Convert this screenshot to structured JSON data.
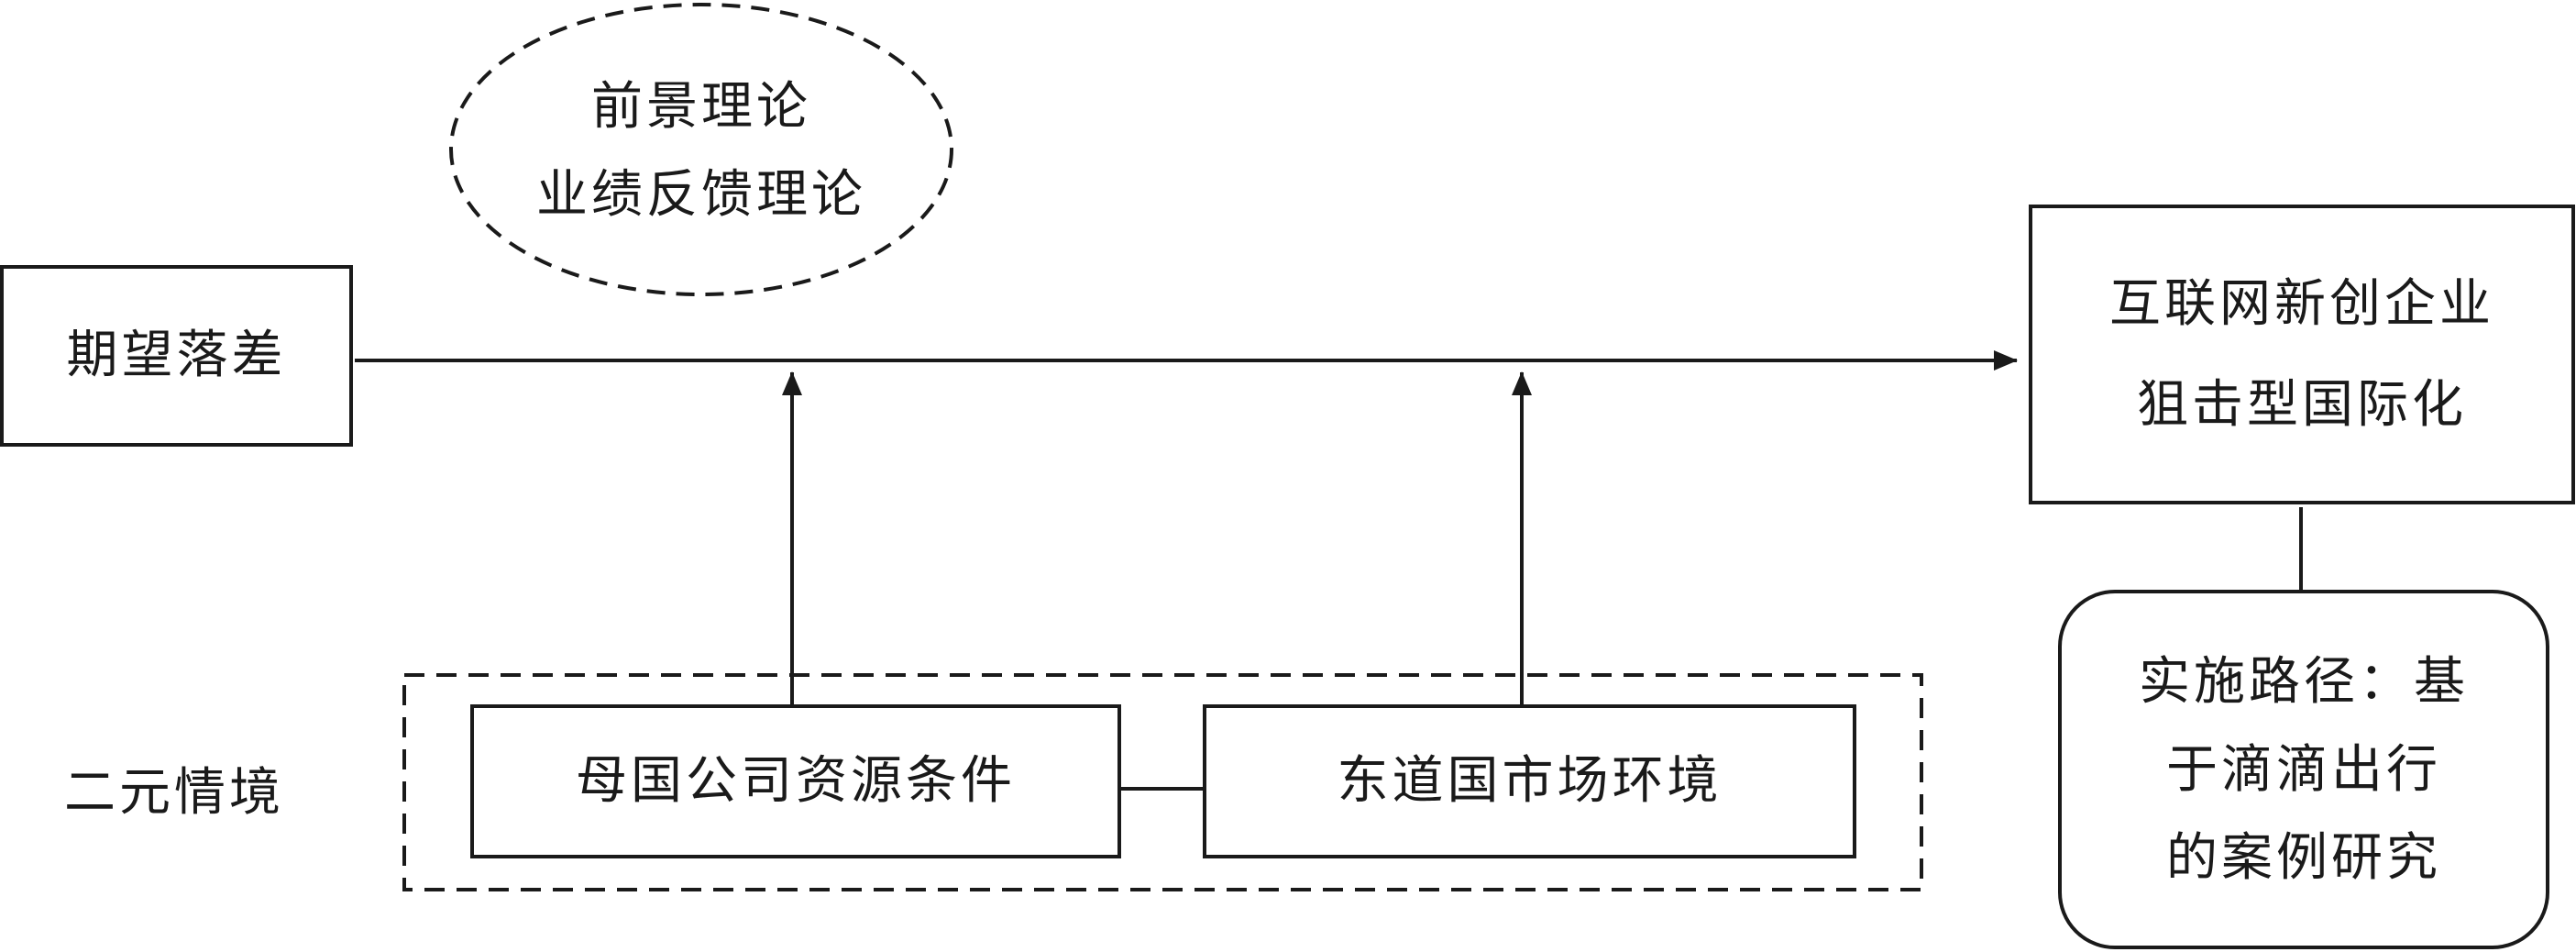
{
  "theory": {
    "lines": [
      "前景理论",
      "业绩反馈理论"
    ]
  },
  "gap": {
    "label": "期望落差"
  },
  "outcome": {
    "lines": [
      "互联网新创企业",
      "狙击型国际化"
    ]
  },
  "context": {
    "label": "二元情境"
  },
  "home_resources": {
    "label": "母国公司资源条件"
  },
  "host_market": {
    "label": "东道国市场环境"
  },
  "case_study": {
    "lines": [
      "实施路径：基",
      "于滴滴出行",
      "的案例研究"
    ]
  }
}
